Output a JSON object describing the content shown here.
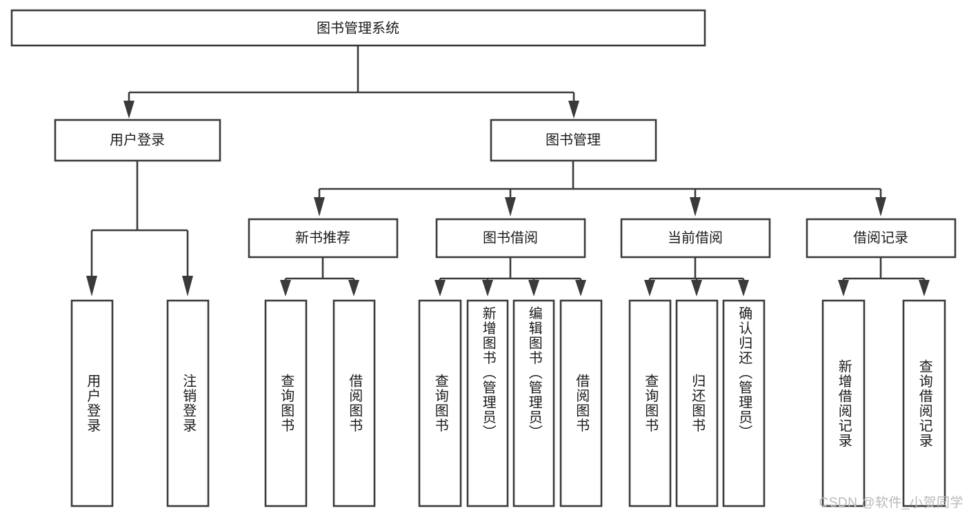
{
  "diagram": {
    "title": "图书管理系统",
    "watermark": "CSDN @软件_小贺同学",
    "colors": {
      "stroke": "#3a3a3a",
      "text": "#1b1b1b",
      "background": "#ffffff",
      "watermark": "#b9b9b9"
    },
    "levels": {
      "root": {
        "label": "图书管理系统"
      },
      "level2": [
        {
          "label": "用户登录"
        },
        {
          "label": "图书管理"
        }
      ],
      "level3": [
        {
          "label": "新书推荐"
        },
        {
          "label": "图书借阅"
        },
        {
          "label": "当前借阅"
        },
        {
          "label": "借阅记录"
        }
      ],
      "leaves": {
        "user_login": [
          {
            "label": "用户登录"
          },
          {
            "label": "注销登录"
          }
        ],
        "new_book_recommend": [
          {
            "label": "查询图书"
          },
          {
            "label": "借阅图书"
          }
        ],
        "book_borrow": [
          {
            "label": "查询图书"
          },
          {
            "label": "新增图书（管理员）"
          },
          {
            "label": "编辑图书（管理员）"
          },
          {
            "label": "借阅图书"
          }
        ],
        "current_borrow": [
          {
            "label": "查询图书"
          },
          {
            "label": "归还图书"
          },
          {
            "label": "确认归还（管理员）"
          }
        ],
        "borrow_record": [
          {
            "label": "新增借阅记录"
          },
          {
            "label": "查询借阅记录"
          }
        ]
      }
    }
  }
}
